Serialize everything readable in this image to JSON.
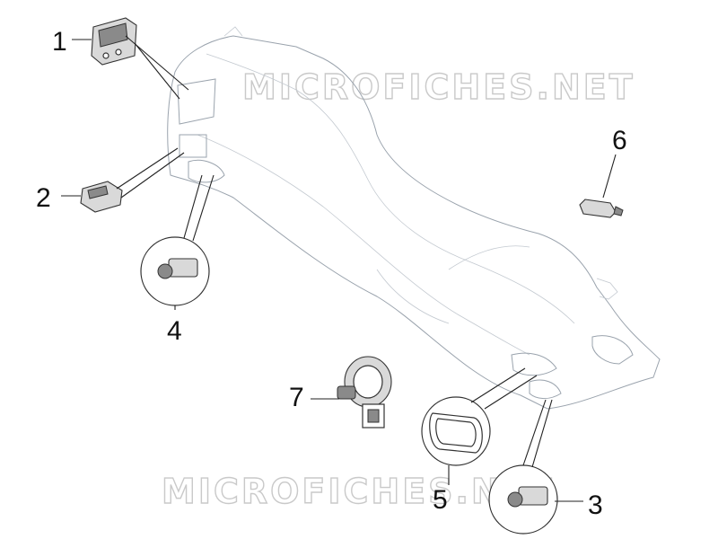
{
  "watermark": "MICROFICHES.NET",
  "callouts": [
    "1",
    "2",
    "3",
    "4",
    "5",
    "6",
    "7"
  ]
}
